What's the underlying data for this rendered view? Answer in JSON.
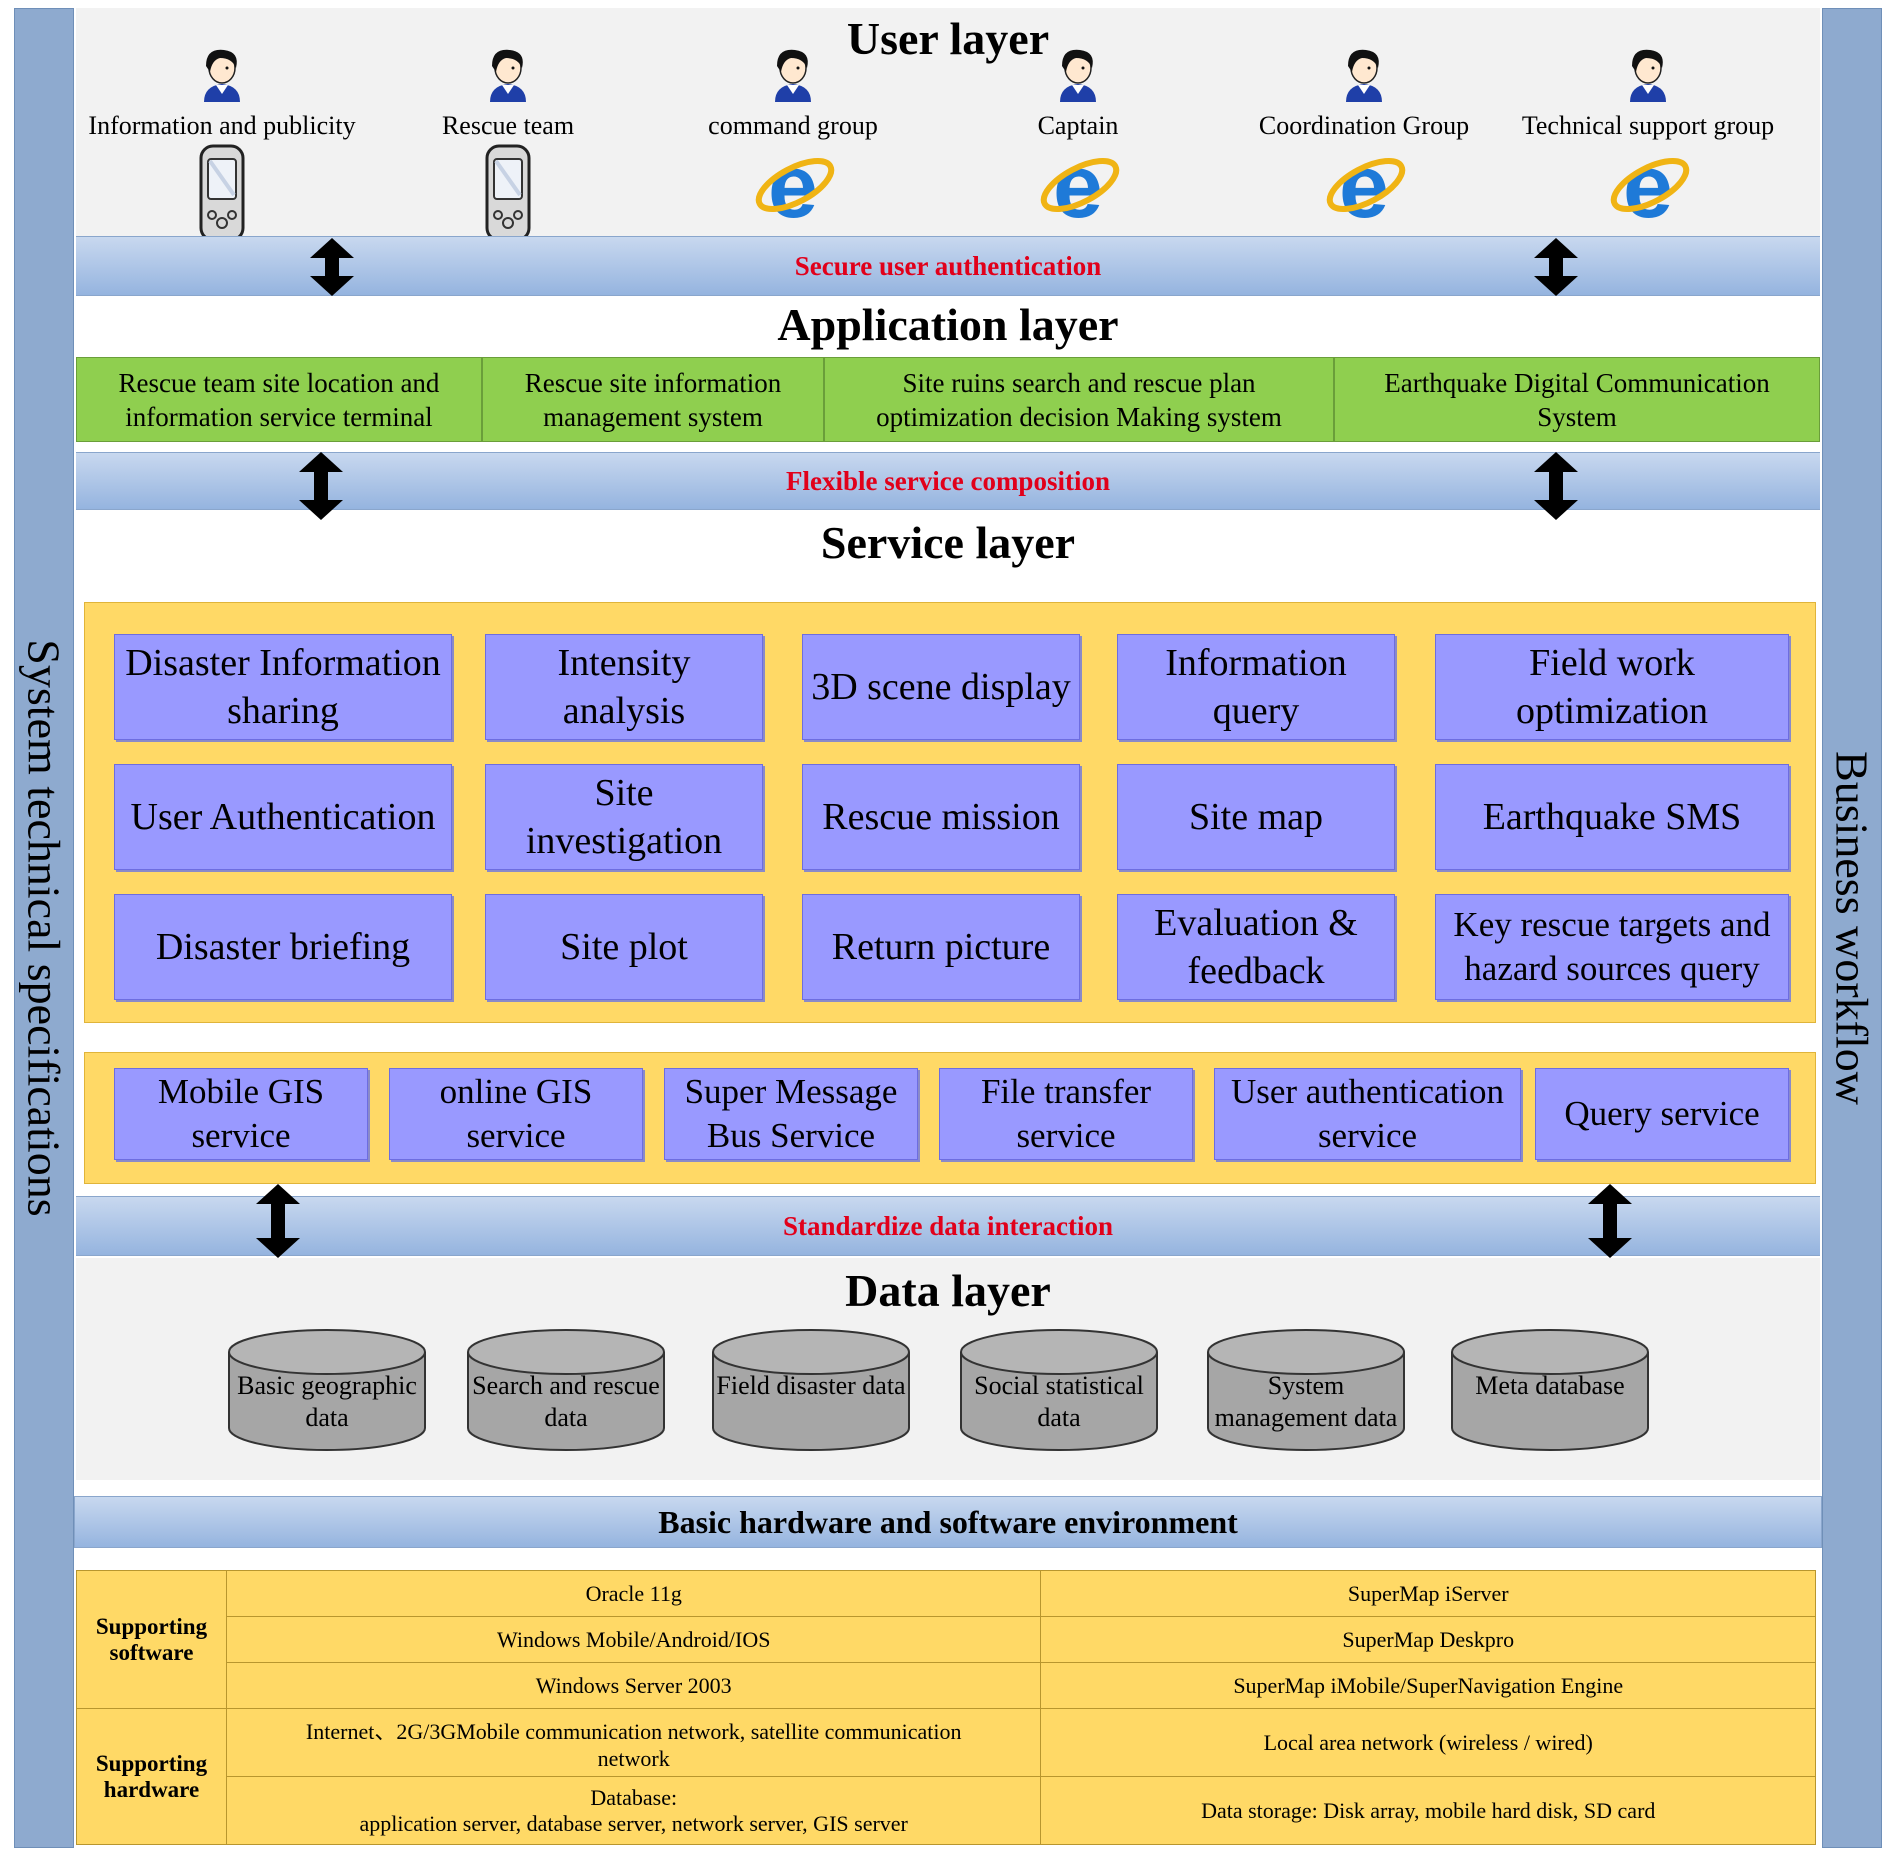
{
  "sidebars": {
    "left": "System technical specifications",
    "right": "Business workflow"
  },
  "user_layer": {
    "title": "User layer",
    "users": [
      {
        "label": "Information and publicity",
        "device": "mobile-device-icon"
      },
      {
        "label": "Rescue team",
        "device": "mobile-device-icon"
      },
      {
        "label": "command group",
        "device": "internet-explorer-icon"
      },
      {
        "label": "Captain",
        "device": "internet-explorer-icon"
      },
      {
        "label": "Coordination Group",
        "device": "internet-explorer-icon"
      },
      {
        "label": "Technical support group",
        "device": "internet-explorer-icon"
      }
    ]
  },
  "bands": {
    "auth": "Secure user authentication",
    "composition": "Flexible service composition",
    "data_interaction": "Standardize data interaction"
  },
  "application_layer": {
    "title": "Application layer",
    "systems": [
      "Rescue team site location and information service terminal",
      "Rescue site information management system",
      "Site ruins search and rescue plan optimization decision Making system",
      "Earthquake Digital Communication System"
    ]
  },
  "service_layer": {
    "title": "Service layer",
    "services": [
      [
        "Disaster Information sharing",
        "Intensity analysis",
        "3D scene display",
        "Information query",
        "Field work optimization"
      ],
      [
        "User Authentication",
        "Site investigation",
        "Rescue mission",
        "Site map",
        "Earthquake SMS"
      ],
      [
        "Disaster briefing",
        "Site plot",
        "Return picture",
        "Evaluation & feedback",
        "Key rescue targets and hazard sources query"
      ]
    ],
    "base_services": [
      "Mobile GIS service",
      "online GIS service",
      "Super Message Bus Service",
      "File transfer service",
      "User authentication service",
      "Query service"
    ]
  },
  "data_layer": {
    "title": "Data layer",
    "databases": [
      "Basic geographic data",
      "Search and rescue data",
      "Field disaster data",
      "Social statistical data",
      "System management data",
      "Meta database"
    ]
  },
  "environment": {
    "title": "Basic hardware and software environment",
    "software_label": "Supporting software",
    "hardware_label": "Supporting hardware",
    "software_rows": [
      [
        "Oracle 11g",
        "SuperMap iServer"
      ],
      [
        "Windows Mobile/Android/IOS",
        "SuperMap Deskpro"
      ],
      [
        "Windows Server 2003",
        "SuperMap iMobile/SuperNavigation Engine"
      ]
    ],
    "hardware_rows": [
      [
        "Internet、2G/3GMobile communication network, satellite communication network",
        "Local area network (wireless / wired)"
      ],
      [
        "Database:\napplication server, database server, network server, GIS server",
        "Data storage: Disk array, mobile hard disk, SD card"
      ]
    ]
  },
  "colors": {
    "sidebar": "#8eaacf",
    "band_text": "#e1001a",
    "application_box": "#8fcf4f",
    "service_panel": "#ffd966",
    "service_box": "#9999ff",
    "database": "#a6a6a6"
  }
}
